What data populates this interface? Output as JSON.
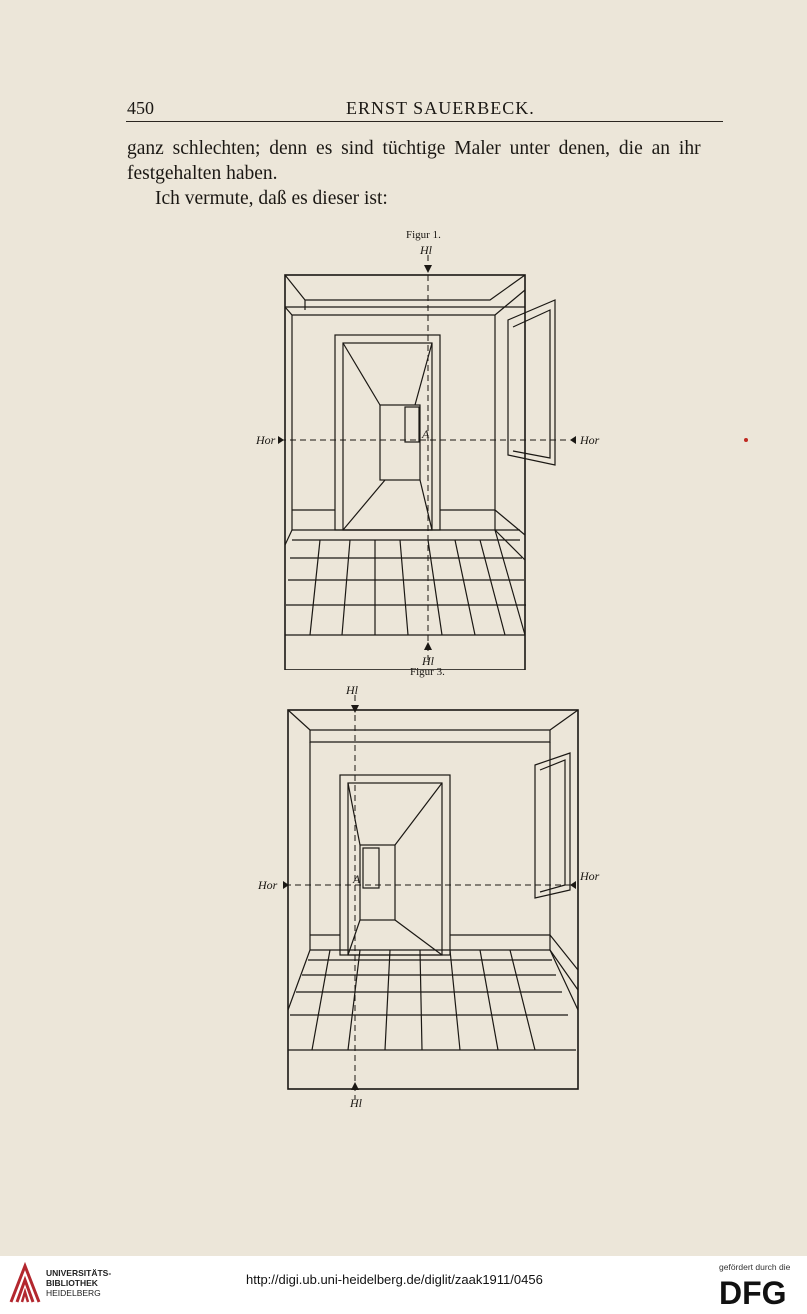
{
  "header": {
    "page_number": "450",
    "running_head": "ERNST SAUERBECK."
  },
  "body_text": {
    "line1": "ganz schlechten; denn es sind tüchtige Maler unter denen, die an ihr",
    "line2": "festgehalten haben.",
    "line3": "Ich vermute, daß es dieser ist:"
  },
  "figures": [
    {
      "caption": "Figur 1.",
      "label_top": "Hl",
      "label_bottom": "Hl",
      "label_left": "Hor",
      "label_right": "Hor",
      "label_point": "A"
    },
    {
      "caption": "Figur 3.",
      "label_top": "Hl",
      "label_bottom": "Hl",
      "label_left": "Hor",
      "label_right": "Hor",
      "label_point": "A"
    }
  ],
  "footer": {
    "library_line1": "UNIVERSITÄTS-",
    "library_line2": "BIBLIOTHEK",
    "library_line3": "HEIDELBERG",
    "url": "http://digi.ub.uni-heidelberg.de/diglit/zaak1911/0456",
    "funding_note": "gefördert durch die",
    "funder_logo": "DFG"
  },
  "colors": {
    "paper": "#ece6d9",
    "ink": "#1b1814",
    "mark": "#c02a22"
  }
}
